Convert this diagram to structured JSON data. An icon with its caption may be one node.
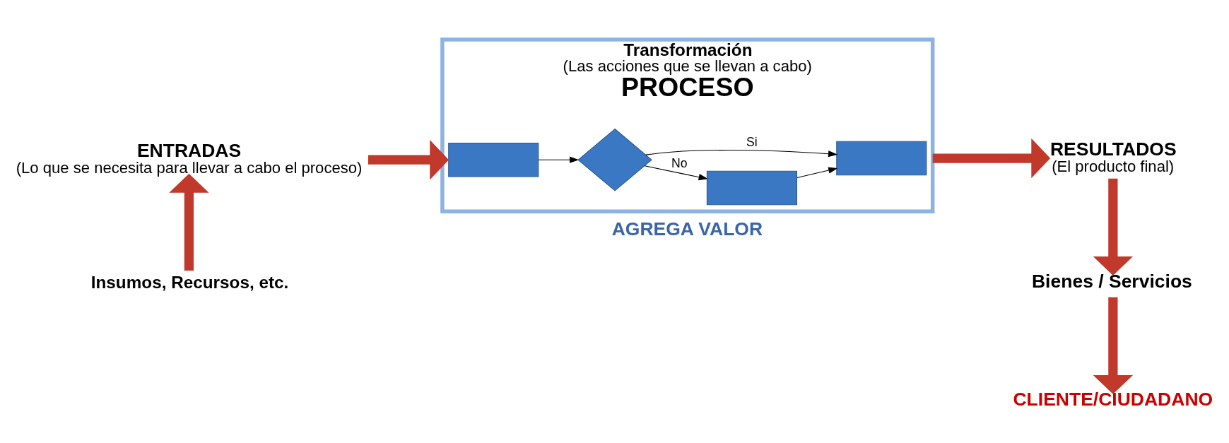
{
  "diagram": {
    "nodes": [
      {
        "text": [
          "ENTRADAS",
          "(Lo que se necesita para llevar a cabo el proceso)"
        ]
      },
      {
        "text": [
          "Insumos, Recursos, etc."
        ]
      },
      {
        "text": [
          "Transformación",
          "(Las acciones que se llevan a cabo)",
          "PROCESO"
        ],
        "beside": [
          "AGREGA VALOR"
        ]
      },
      {
        "text": [],
        "shape": "box",
        "in": 2
      },
      {
        "text": [],
        "shape": "diamond",
        "in": 2
      },
      {
        "text": [],
        "shape": "box",
        "in": 2
      },
      {
        "text": [],
        "shape": "box",
        "in": 2
      },
      {
        "text": [
          "RESULTADOS",
          "(El producto final)"
        ]
      },
      {
        "text": [
          "Bienes / Servicios"
        ]
      },
      {
        "text": [
          "CLIENTE/CIUDADANO"
        ]
      }
    ],
    "edges": [
      {
        "from": 1,
        "to": 0,
        "arrow": "to"
      },
      {
        "from": 0,
        "to": 2,
        "arrow": "to"
      },
      {
        "from": 3,
        "to": 4,
        "arrow": "to",
        "color": "#000000"
      },
      {
        "from": 4,
        "to": 5,
        "arrow": "to",
        "label": "No",
        "color": "#000000"
      },
      {
        "from": 4,
        "to": 6,
        "arrow": "to",
        "label": "Si",
        "color": "#000000"
      },
      {
        "from": 5,
        "to": 6,
        "arrow": "to",
        "color": "#000000"
      },
      {
        "from": 2,
        "to": 7,
        "arrow": "to"
      },
      {
        "from": 7,
        "to": 8,
        "arrow": "to"
      },
      {
        "from": 8,
        "to": 9,
        "arrow": "to"
      }
    ]
  }
}
